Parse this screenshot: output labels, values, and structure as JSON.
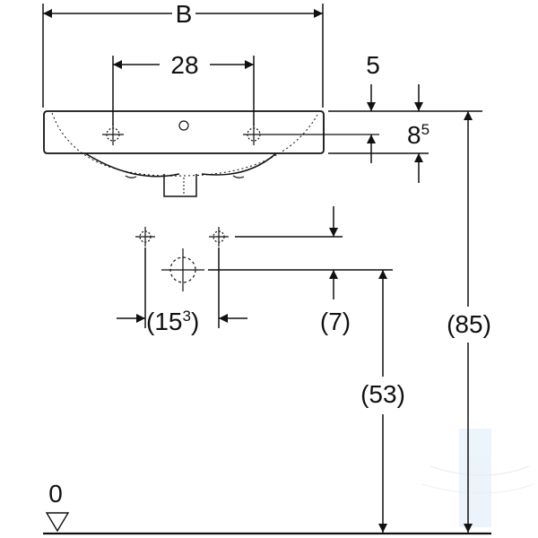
{
  "labels": {
    "width": "B",
    "tap_spacing": "28",
    "rim_offset": "5",
    "thickness_base": "8",
    "thickness_sup": "5",
    "supply_spacing_open": "(15",
    "supply_spacing_sup": "3",
    "supply_spacing_close": ")",
    "supply_offset": "(7)",
    "waste_height": "(53)",
    "rim_height": "(85)",
    "floor": "0"
  },
  "colors": {
    "line": "#111111",
    "watermark": "#4a90d9"
  }
}
